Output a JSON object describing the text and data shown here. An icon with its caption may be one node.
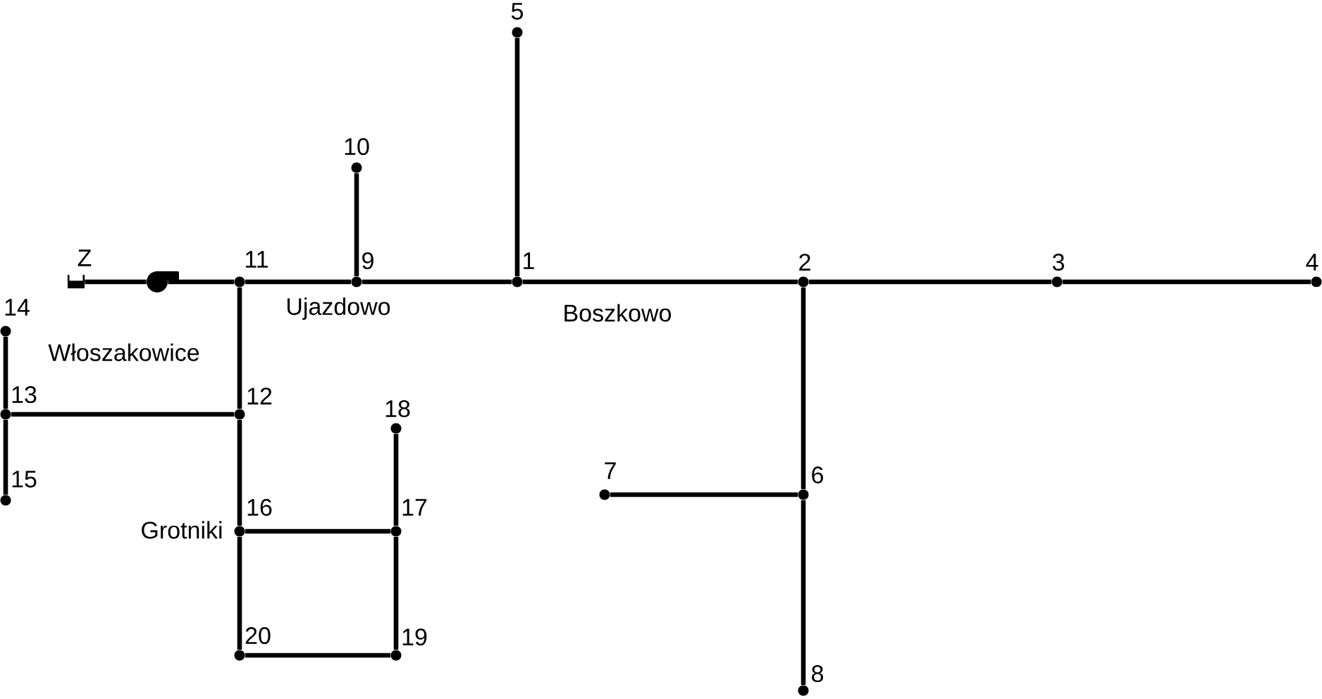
{
  "diagram": {
    "nodes": [
      {
        "text": [],
        "shape": "box",
        "beside": [
          "Z"
        ]
      },
      {
        "text": [],
        "shape": "circle"
      },
      {
        "text": [],
        "shape": "circle",
        "beside": [
          "1"
        ]
      },
      {
        "text": [],
        "shape": "circle",
        "beside": [
          "2"
        ]
      },
      {
        "text": [],
        "shape": "circle",
        "beside": [
          "3"
        ]
      },
      {
        "text": [],
        "shape": "circle",
        "beside": [
          "4"
        ]
      },
      {
        "text": [],
        "shape": "circle",
        "beside": [
          "5"
        ]
      },
      {
        "text": [],
        "shape": "circle",
        "beside": [
          "6"
        ]
      },
      {
        "text": [],
        "shape": "circle",
        "beside": [
          "7"
        ]
      },
      {
        "text": [],
        "shape": "circle",
        "beside": [
          "8"
        ]
      },
      {
        "text": [],
        "shape": "circle",
        "beside": [
          "9"
        ]
      },
      {
        "text": [],
        "shape": "circle",
        "beside": [
          "10"
        ]
      },
      {
        "text": [],
        "shape": "circle",
        "beside": [
          "11"
        ]
      },
      {
        "text": [],
        "shape": "circle",
        "beside": [
          "12"
        ]
      },
      {
        "text": [],
        "shape": "circle",
        "beside": [
          "13"
        ]
      },
      {
        "text": [],
        "shape": "circle",
        "beside": [
          "14"
        ]
      },
      {
        "text": [],
        "shape": "circle",
        "beside": [
          "15"
        ]
      },
      {
        "text": [],
        "shape": "circle",
        "beside": [
          "16"
        ]
      },
      {
        "text": [],
        "shape": "circle",
        "beside": [
          "17"
        ]
      },
      {
        "text": [],
        "shape": "circle",
        "beside": [
          "18"
        ]
      },
      {
        "text": [],
        "shape": "circle",
        "beside": [
          "19"
        ]
      },
      {
        "text": [],
        "shape": "circle",
        "beside": [
          "20"
        ]
      }
    ],
    "edges": [
      {
        "from": 0,
        "to": 1,
        "arrow": "none"
      },
      {
        "from": 1,
        "to": 12,
        "arrow": "none"
      },
      {
        "from": 12,
        "to": 10,
        "arrow": "none"
      },
      {
        "from": 10,
        "to": 2,
        "arrow": "none"
      },
      {
        "from": 2,
        "to": 3,
        "arrow": "none"
      },
      {
        "from": 3,
        "to": 4,
        "arrow": "none"
      },
      {
        "from": 4,
        "to": 5,
        "arrow": "none"
      },
      {
        "from": 10,
        "to": 11,
        "arrow": "none"
      },
      {
        "from": 2,
        "to": 6,
        "arrow": "none"
      },
      {
        "from": 3,
        "to": 7,
        "arrow": "none"
      },
      {
        "from": 7,
        "to": 8,
        "arrow": "none"
      },
      {
        "from": 7,
        "to": 9,
        "arrow": "none"
      },
      {
        "from": 12,
        "to": 13,
        "arrow": "none"
      },
      {
        "from": 13,
        "to": 14,
        "arrow": "none"
      },
      {
        "from": 14,
        "to": 15,
        "arrow": "none"
      },
      {
        "from": 14,
        "to": 16,
        "arrow": "none"
      },
      {
        "from": 13,
        "to": 17,
        "arrow": "none"
      },
      {
        "from": 17,
        "to": 18,
        "arrow": "none"
      },
      {
        "from": 18,
        "to": 19,
        "arrow": "none"
      },
      {
        "from": 18,
        "to": 20,
        "arrow": "none"
      },
      {
        "from": 17,
        "to": 21,
        "arrow": "none"
      },
      {
        "from": 21,
        "to": 20,
        "arrow": "none"
      }
    ],
    "labels": [
      "Ujazdowo",
      "Boszkowo",
      "Włoszakowice",
      "Grotniki"
    ]
  }
}
